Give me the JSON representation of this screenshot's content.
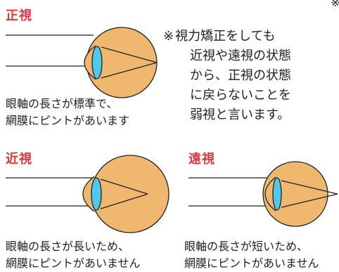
{
  "normal": {
    "title": "正視",
    "caption_line1": "眼軸の長さが標準で、",
    "caption_line2": "網膜にピントがあいます"
  },
  "myopia": {
    "title": "近視",
    "caption_line1": "眼軸の長さが長いため、",
    "caption_line2": "網膜にピントがあいません"
  },
  "hyperopia": {
    "title": "遠視",
    "caption_line1": "眼軸の長さが短いため、",
    "caption_line2": "網膜にピントがあいません"
  },
  "note": {
    "mark": "※",
    "line1": "視力矯正をしても",
    "line2": "近視や遠視の状態",
    "line3": "から、正視の状態",
    "line4": "に戻らないことを",
    "line5": "弱視と言います。"
  },
  "corner_mark": "※",
  "colors": {
    "heading": "#e8333d",
    "eyeball": "#f0b86e",
    "lens": "#4fc8ec",
    "outline": "#222222"
  }
}
